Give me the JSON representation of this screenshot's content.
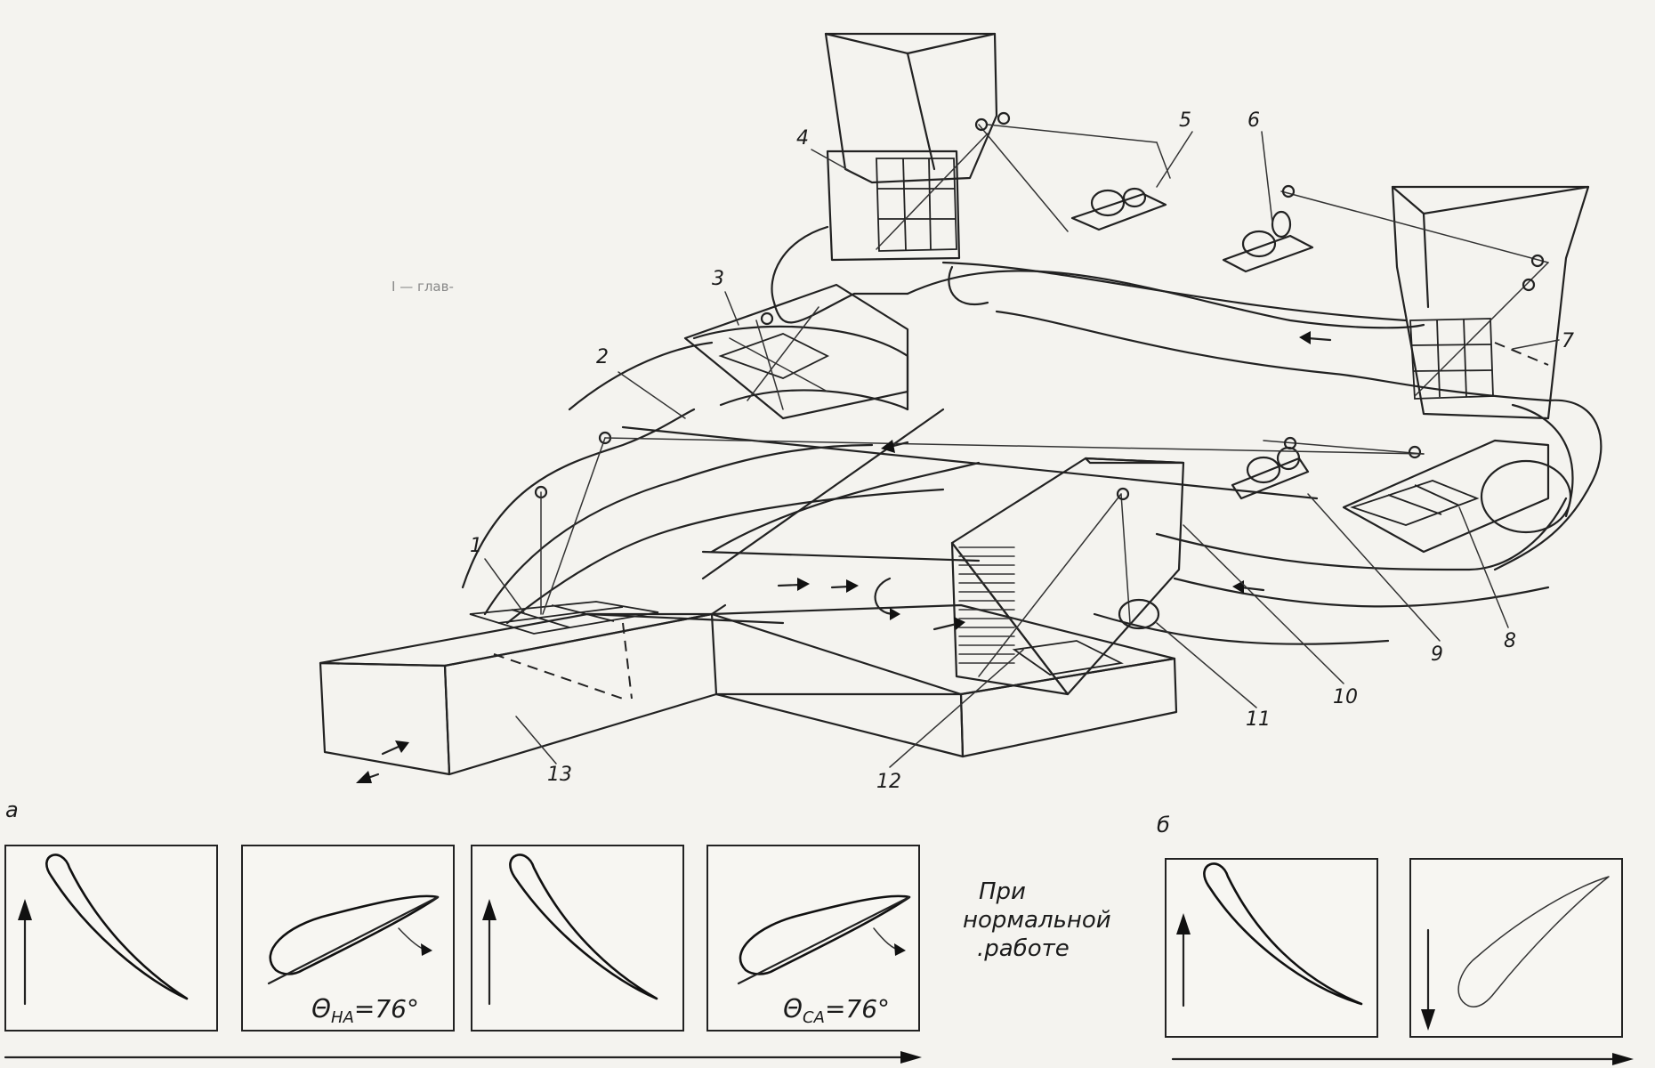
{
  "diagram": {
    "callouts": [
      "1",
      "2",
      "3",
      "4",
      "5",
      "6",
      "7",
      "8",
      "9",
      "10",
      "11",
      "12",
      "13"
    ],
    "faint_text": "I — глав-"
  },
  "panel_a": {
    "label": "а",
    "angle_na": "Θ",
    "angle_na_sub": "НА",
    "angle_na_value": "=76°",
    "angle_ca": "Θ",
    "angle_ca_sub": "СА",
    "angle_ca_value": "=76°"
  },
  "note": {
    "line1": "При",
    "line2": "нормальной",
    "line3": ".работе"
  },
  "panel_b": {
    "label": "б"
  },
  "colors": {
    "ink": "#222222",
    "paper": "#f4f3ef"
  }
}
